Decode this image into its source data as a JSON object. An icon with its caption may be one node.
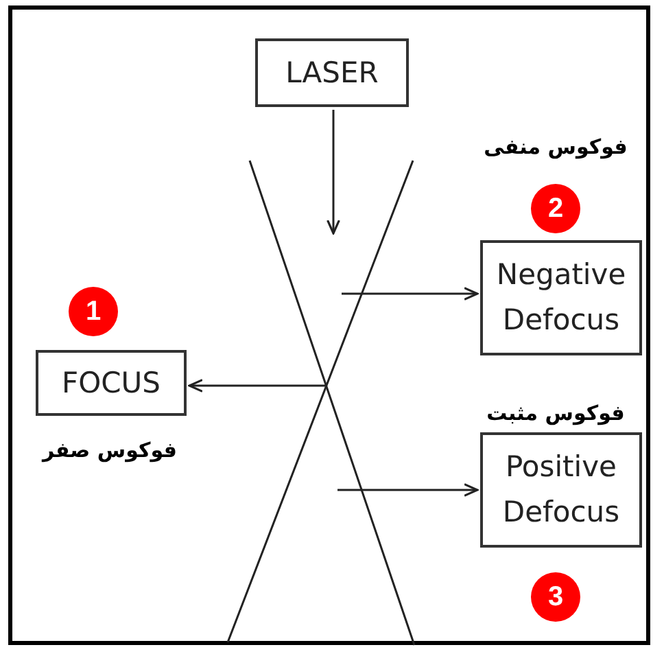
{
  "diagram": {
    "nodes": [
      {
        "text": [
          "LASER"
        ]
      },
      {
        "text": [
          "FOCUS"
        ],
        "beside": [
          "فوکوس صفر"
        ]
      },
      {
        "text": [
          "Negative Defocus"
        ]
      },
      {
        "text": [
          "Positive Defocus"
        ],
        "beside": [
          "فوکوس مثبت"
        ]
      },
      {
        "text": [
          "1"
        ]
      },
      {
        "text": [
          "2"
        ],
        "beside": [
          "فوکوس منفی"
        ]
      },
      {
        "text": [
          "3"
        ]
      }
    ],
    "edges": [
      {
        "from": 0,
        "to": null,
        "arrow": "to"
      },
      {
        "from": null,
        "to": 1,
        "arrow": "to"
      },
      {
        "from": null,
        "to": 2,
        "arrow": "to"
      },
      {
        "from": null,
        "to": 3,
        "arrow": "to"
      }
    ]
  }
}
